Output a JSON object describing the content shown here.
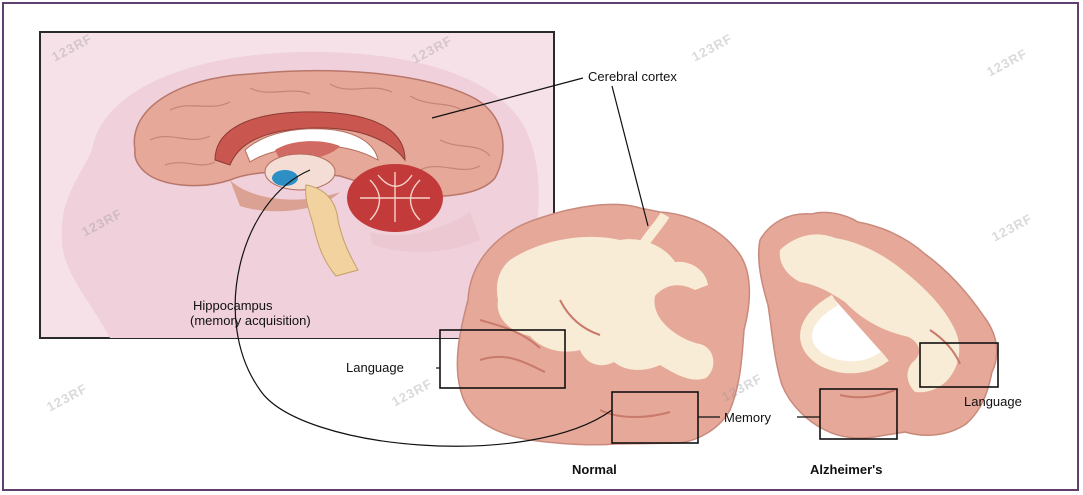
{
  "labels": {
    "cerebral_cortex": "Cerebral cortex",
    "hippocampus_line1": "Hippocampus",
    "hippocampus_line2": "(memory acquisition)",
    "language_left": "Language",
    "language_right": "Language",
    "memory": "Memory",
    "normal": "Normal",
    "alzheimers": "Alzheimer's"
  },
  "watermark": "123RF",
  "colors": {
    "frame_border": "#5e3f70",
    "inset_background": "#f6e1e8",
    "head_silhouette": "#efd0db",
    "brain_tissue": "#e6a898",
    "white_matter": "#f8ecd6",
    "cerebellum": "#c23a3a",
    "brainstem": "#f2d3a0",
    "hippocampus_blue": "#2e8fc4"
  }
}
